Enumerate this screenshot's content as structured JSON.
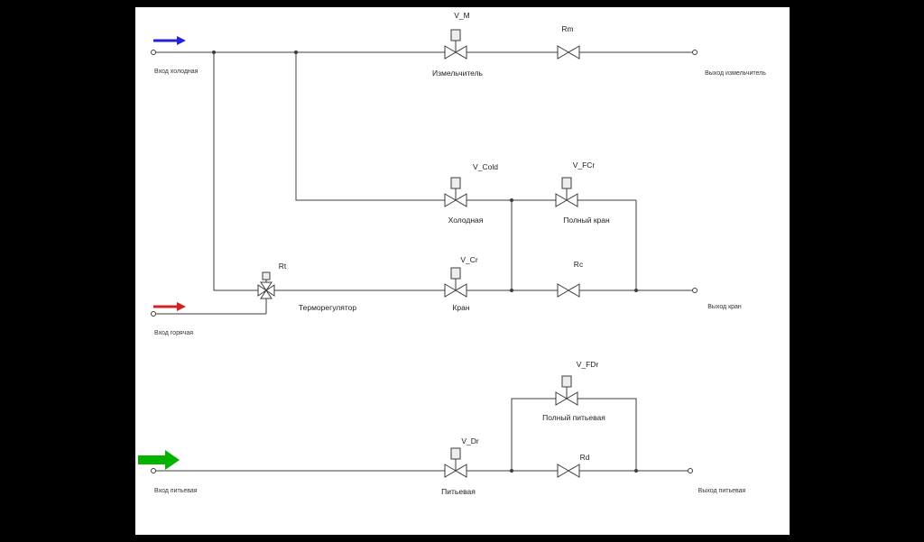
{
  "colors": {
    "line": "#3c3c3c",
    "paper": "#ffffff",
    "background": "#000000",
    "cold_arrow": "#2222d8",
    "hot_arrow": "#d42020",
    "drink_arrow": "#00b400",
    "actuator_fill": "#ededed"
  },
  "ports": {
    "cold_in": "Вход холодная",
    "grinder_out": "Выход измельчитель",
    "hot_in": "Вход горячая",
    "tap_out": "Выход кран",
    "drink_in": "Вход питьевая",
    "drink_out": "Выход питьевая"
  },
  "components": {
    "v_m": {
      "id": "V_M",
      "caption": "Измельчитель"
    },
    "rm": {
      "id": "Rm"
    },
    "v_cold": {
      "id": "V_Cold",
      "caption": "Холодная"
    },
    "v_fcr": {
      "id": "V_FCr",
      "caption": "Полный кран"
    },
    "v_cr": {
      "id": "V_Cr",
      "caption": "Кран"
    },
    "rc": {
      "id": "Rc"
    },
    "rt": {
      "id": "Rt",
      "caption": "Терморегулятор"
    },
    "v_fdr": {
      "id": "V_FDr",
      "caption": "Полный питьевая"
    },
    "rd": {
      "id": "Rd"
    },
    "v_dr": {
      "id": "V_Dr",
      "caption": "Питьевая"
    }
  }
}
